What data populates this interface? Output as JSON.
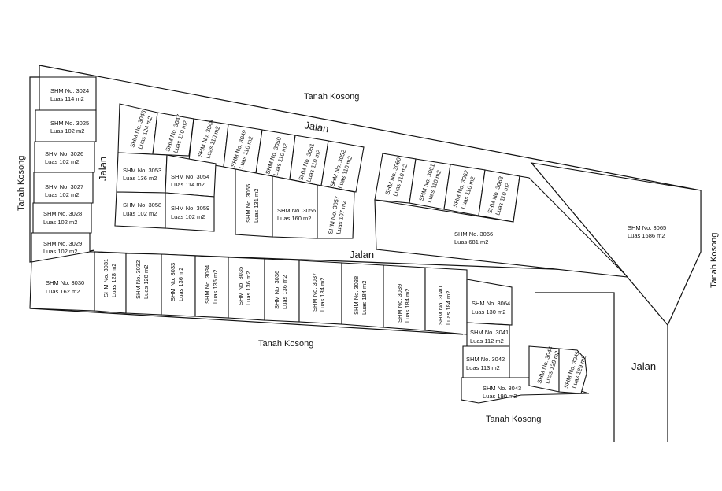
{
  "labels": {
    "tanah_top": "Tanah Kosong",
    "tanah_left": "Tanah Kosong",
    "tanah_bottom": "Tanah Kosong",
    "tanah_bottom_right": "Tanah Kosong",
    "tanah_right": "Tanah Kosong",
    "jalan_top": "Jalan",
    "jalan_left": "Jalan",
    "jalan_middle": "Jalan",
    "jalan_right": "Jalan"
  },
  "lots": {
    "l3024": {
      "a": "SHM No. 3024",
      "b": "Luas 114 m2"
    },
    "l3025": {
      "a": "SHM No. 3025",
      "b": "Luas 102 m2"
    },
    "l3026": {
      "a": "SHM No. 3026",
      "b": "Luas 102 m2"
    },
    "l3027": {
      "a": "SHM No. 3027",
      "b": "Luas 102 m2"
    },
    "l3028": {
      "a": "SHM No. 3028",
      "b": "Luas 102 m2"
    },
    "l3029": {
      "a": "SHM No. 3029",
      "b": "Luas 102 m2"
    },
    "l3030": {
      "a": "SHM No. 3030",
      "b": "Luas 162 m2"
    },
    "l3031": {
      "a": "SHM No. 3031",
      "b": "Luas 128 m2"
    },
    "l3032": {
      "a": "SHM No. 3032",
      "b": "Luas 128 m2"
    },
    "l3033": {
      "a": "SHM No. 3033",
      "b": "Luas 136 m2"
    },
    "l3034": {
      "a": "SHM No. 3034",
      "b": "Luas 136 m2"
    },
    "l3035": {
      "a": "SHM No. 3035",
      "b": "Luas 136 m2"
    },
    "l3036": {
      "a": "SHM No. 3036",
      "b": "Luas 136 m2"
    },
    "l3037": {
      "a": "SHM No. 3037",
      "b": "Luas 184 m2"
    },
    "l3038": {
      "a": "SHM No. 3038",
      "b": "Luas 184 m2"
    },
    "l3039": {
      "a": "SHM No. 3039",
      "b": "Luas 184 m2"
    },
    "l3040": {
      "a": "SHM No. 3040",
      "b": "Luas 184 m2"
    },
    "l3064": {
      "a": "SHM No. 3064",
      "b": "Luas 130 m2"
    },
    "l3041": {
      "a": "SHM No. 3041",
      "b": "Luas 112 m2"
    },
    "l3042": {
      "a": "SHM No. 3042",
      "b": "Luas 113 m2"
    },
    "l3043": {
      "a": "SHM No. 3043",
      "b": "Luas 190 m2"
    },
    "l3044": {
      "a": "SHM No. 3044",
      "b": "Luas 129 m2"
    },
    "l3045": {
      "a": "SHM No. 3045",
      "b": "Luas 129 m2"
    },
    "l3046": {
      "a": "SHM No. 3046",
      "b": "Luas 124 m2"
    },
    "l3047": {
      "a": "SHM No. 3047",
      "b": "Luas 110 m2"
    },
    "l3048": {
      "a": "SHM No. 3048",
      "b": "Luas 110 m2"
    },
    "l3049": {
      "a": "SHM No. 3049",
      "b": "Luas 110 m2"
    },
    "l3050": {
      "a": "SHM No. 3050",
      "b": "Luas 110 m2"
    },
    "l3051": {
      "a": "SHM No. 3051",
      "b": "Luas 110 m2"
    },
    "l3052": {
      "a": "SHM No. 3052",
      "b": "Luas 110 m2"
    },
    "l3053": {
      "a": "SHM No. 3053",
      "b": "Luas 136 m2"
    },
    "l3054": {
      "a": "SHM No. 3054",
      "b": "Luas 114 m2"
    },
    "l3058": {
      "a": "SHM No. 3058",
      "b": "Luas 102 m2"
    },
    "l3059": {
      "a": "SHM No. 3059",
      "b": "Luas 102 m2"
    },
    "l3055": {
      "a": "SHM No. 3055",
      "b": "Luas 131 m2"
    },
    "l3056": {
      "a": "SHM No. 3056",
      "b": "Luas 160 m2"
    },
    "l3057": {
      "a": "SHM No. 3057",
      "b": "Luas 107 m2"
    },
    "l3060": {
      "a": "SHM No. 3060",
      "b": "Luas 110 m2"
    },
    "l3061": {
      "a": "SHM No. 3061",
      "b": "Luas 110 m2"
    },
    "l3062": {
      "a": "SHM No. 3062",
      "b": "Luas 110 m2"
    },
    "l3063": {
      "a": "SHM No. 3063",
      "b": "Luas 110 m2"
    },
    "l3066": {
      "a": "SHM No. 3066",
      "b": "Luas 681 m2"
    },
    "l3065": {
      "a": "SHM No. 3065",
      "b": "Luas 1686 m2"
    }
  }
}
